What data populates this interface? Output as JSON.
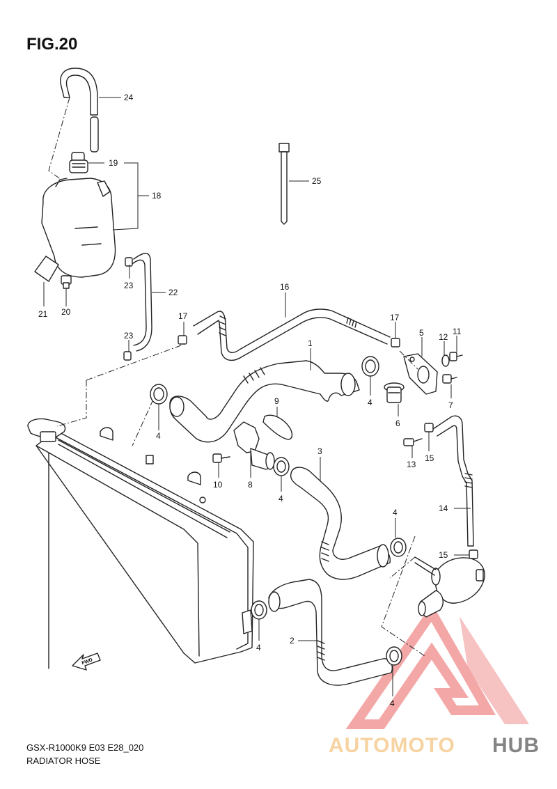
{
  "figure": {
    "title": "FIG.20",
    "model_code": "GSX-R1000K9  E03  E28_020",
    "section_name": "RADIATOR HOSE",
    "fwd_label": "FWD"
  },
  "callouts": [
    {
      "id": "24",
      "label": "24"
    },
    {
      "id": "19",
      "label": "19"
    },
    {
      "id": "18",
      "label": "18"
    },
    {
      "id": "25",
      "label": "25"
    },
    {
      "id": "21",
      "label": "21"
    },
    {
      "id": "20",
      "label": "20"
    },
    {
      "id": "23a",
      "label": "23"
    },
    {
      "id": "22",
      "label": "22"
    },
    {
      "id": "16",
      "label": "16"
    },
    {
      "id": "17a",
      "label": "17"
    },
    {
      "id": "17b",
      "label": "17"
    },
    {
      "id": "23b",
      "label": "23"
    },
    {
      "id": "1",
      "label": "1"
    },
    {
      "id": "5",
      "label": "5"
    },
    {
      "id": "12",
      "label": "12"
    },
    {
      "id": "11",
      "label": "11"
    },
    {
      "id": "4a",
      "label": "4"
    },
    {
      "id": "6",
      "label": "6"
    },
    {
      "id": "7",
      "label": "7"
    },
    {
      "id": "9",
      "label": "9"
    },
    {
      "id": "4b",
      "label": "4"
    },
    {
      "id": "10",
      "label": "10"
    },
    {
      "id": "8",
      "label": "8"
    },
    {
      "id": "4c",
      "label": "4"
    },
    {
      "id": "3",
      "label": "3"
    },
    {
      "id": "13",
      "label": "13"
    },
    {
      "id": "15a",
      "label": "15"
    },
    {
      "id": "14",
      "label": "14"
    },
    {
      "id": "4d",
      "label": "4"
    },
    {
      "id": "15b",
      "label": "15"
    },
    {
      "id": "2",
      "label": "2"
    },
    {
      "id": "4e",
      "label": "4"
    },
    {
      "id": "4f",
      "label": "4"
    }
  ],
  "watermark": {
    "part1": "AUTOMOTO",
    "part2": "HUB",
    "color_primary": "#f08a8a",
    "color_accent": "#f5c98a",
    "color_text_dark": "#555555"
  }
}
